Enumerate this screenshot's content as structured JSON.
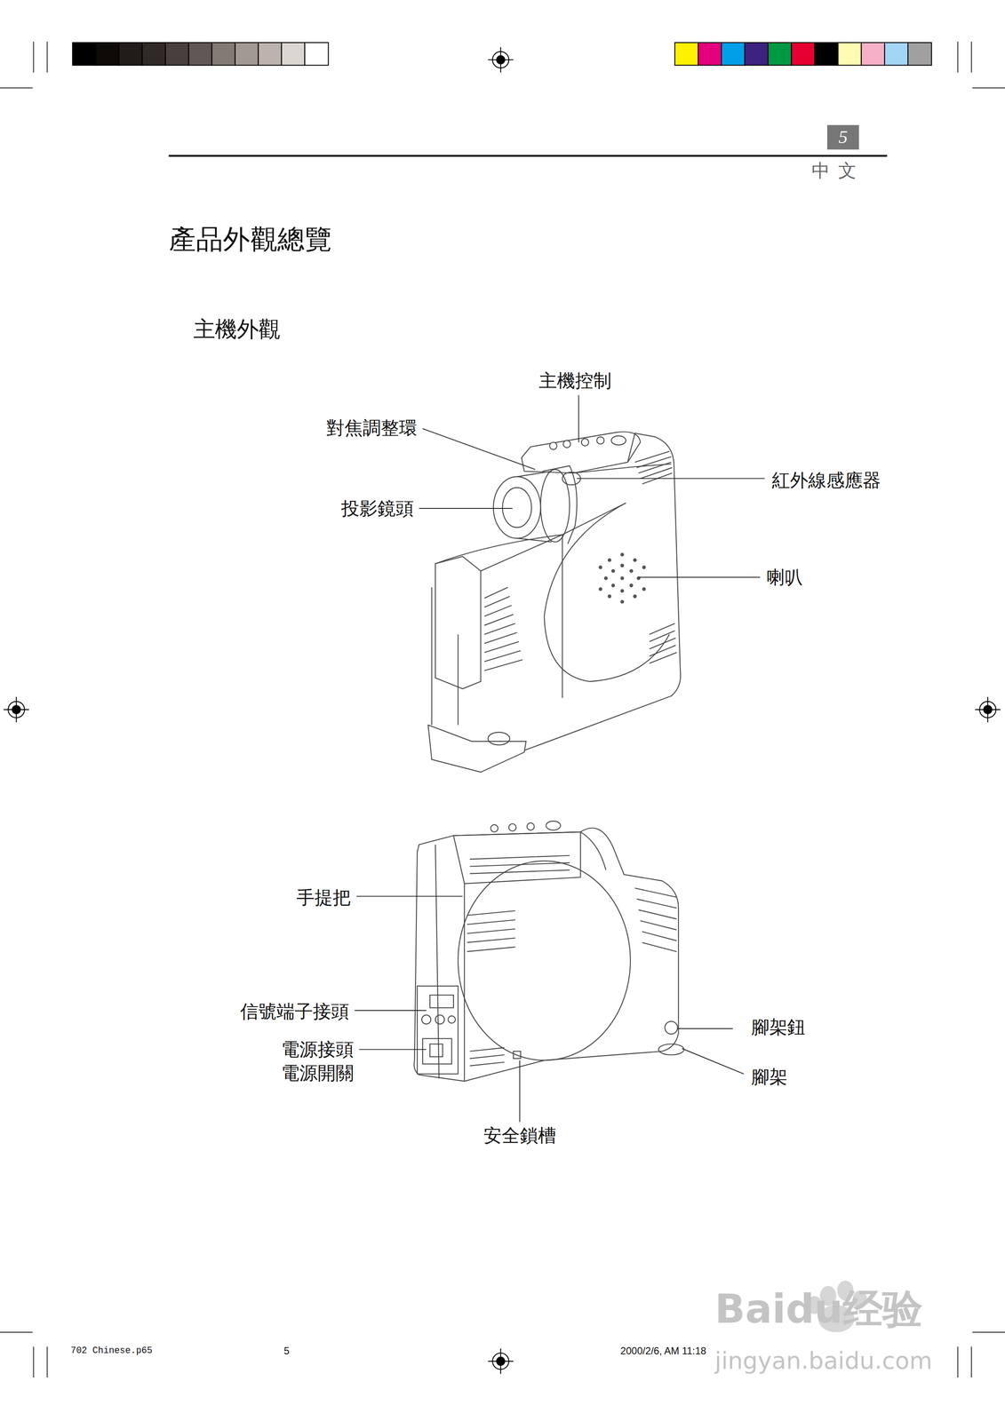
{
  "diagram": {
    "title": "產品外觀總覽",
    "labels": [
      "5",
      "中 文",
      "主機外觀",
      "主機控制",
      "對焦調整環",
      "紅外線感應器",
      "投影鏡頭",
      "喇叭",
      "手提把",
      "信號端子接頭",
      "電源接頭",
      "電源開關",
      "腳架鈕",
      "腳架",
      "安全鎖槽",
      "702 Chinese.p65",
      "5",
      "2000/2/6, AM 11:18",
      "Baidu经验",
      "jingyan.baidu.com"
    ]
  }
}
